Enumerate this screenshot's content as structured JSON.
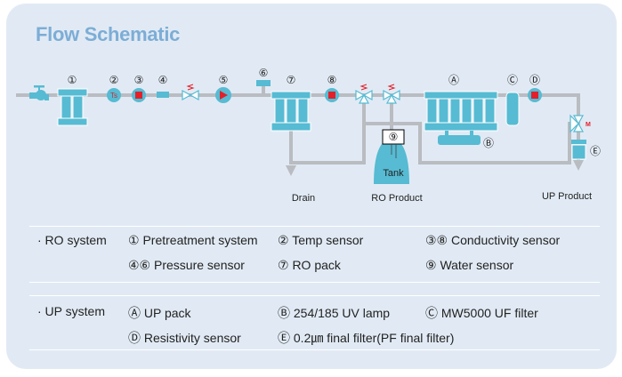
{
  "title": "Flow Schematic",
  "colors": {
    "panel_bg": "#e1eaf4",
    "title": "#7cadd6",
    "component": "#56bbd3",
    "pipe": "#b9bcc0",
    "sensor_red": "#e2202a"
  },
  "diagram": {
    "markers": {
      "m1": "①",
      "m2": "②",
      "m3": "③",
      "m4": "④",
      "m5": "⑤",
      "m6": "⑥",
      "m7": "⑦",
      "m8": "⑧",
      "m9": "⑨",
      "mA": "Ⓐ",
      "mB": "Ⓑ",
      "mC": "Ⓒ",
      "mD": "Ⓓ",
      "mE": "Ⓔ"
    },
    "temp_sensor_text": "Ts",
    "motor_valve_text": "M",
    "tank_label": "Tank",
    "outputs": {
      "drain": "Drain",
      "ro_product": "RO Product",
      "up_product": "UP Product"
    }
  },
  "legend": {
    "ro_system": {
      "label": "· RO system",
      "items": [
        "① Pretreatment system",
        "② Temp sensor",
        "③⑧ Conductivity sensor",
        "④⑥ Pressure sensor",
        "⑦ RO pack",
        "⑨ Water sensor"
      ]
    },
    "up_system": {
      "label": "· UP system",
      "items": [
        "Ⓐ UP pack",
        "Ⓑ 254/185 UV lamp",
        "Ⓒ MW5000 UF filter",
        "Ⓓ Resistivity sensor",
        "Ⓔ 0.2㎛ final filter(PF final filter)"
      ]
    }
  }
}
